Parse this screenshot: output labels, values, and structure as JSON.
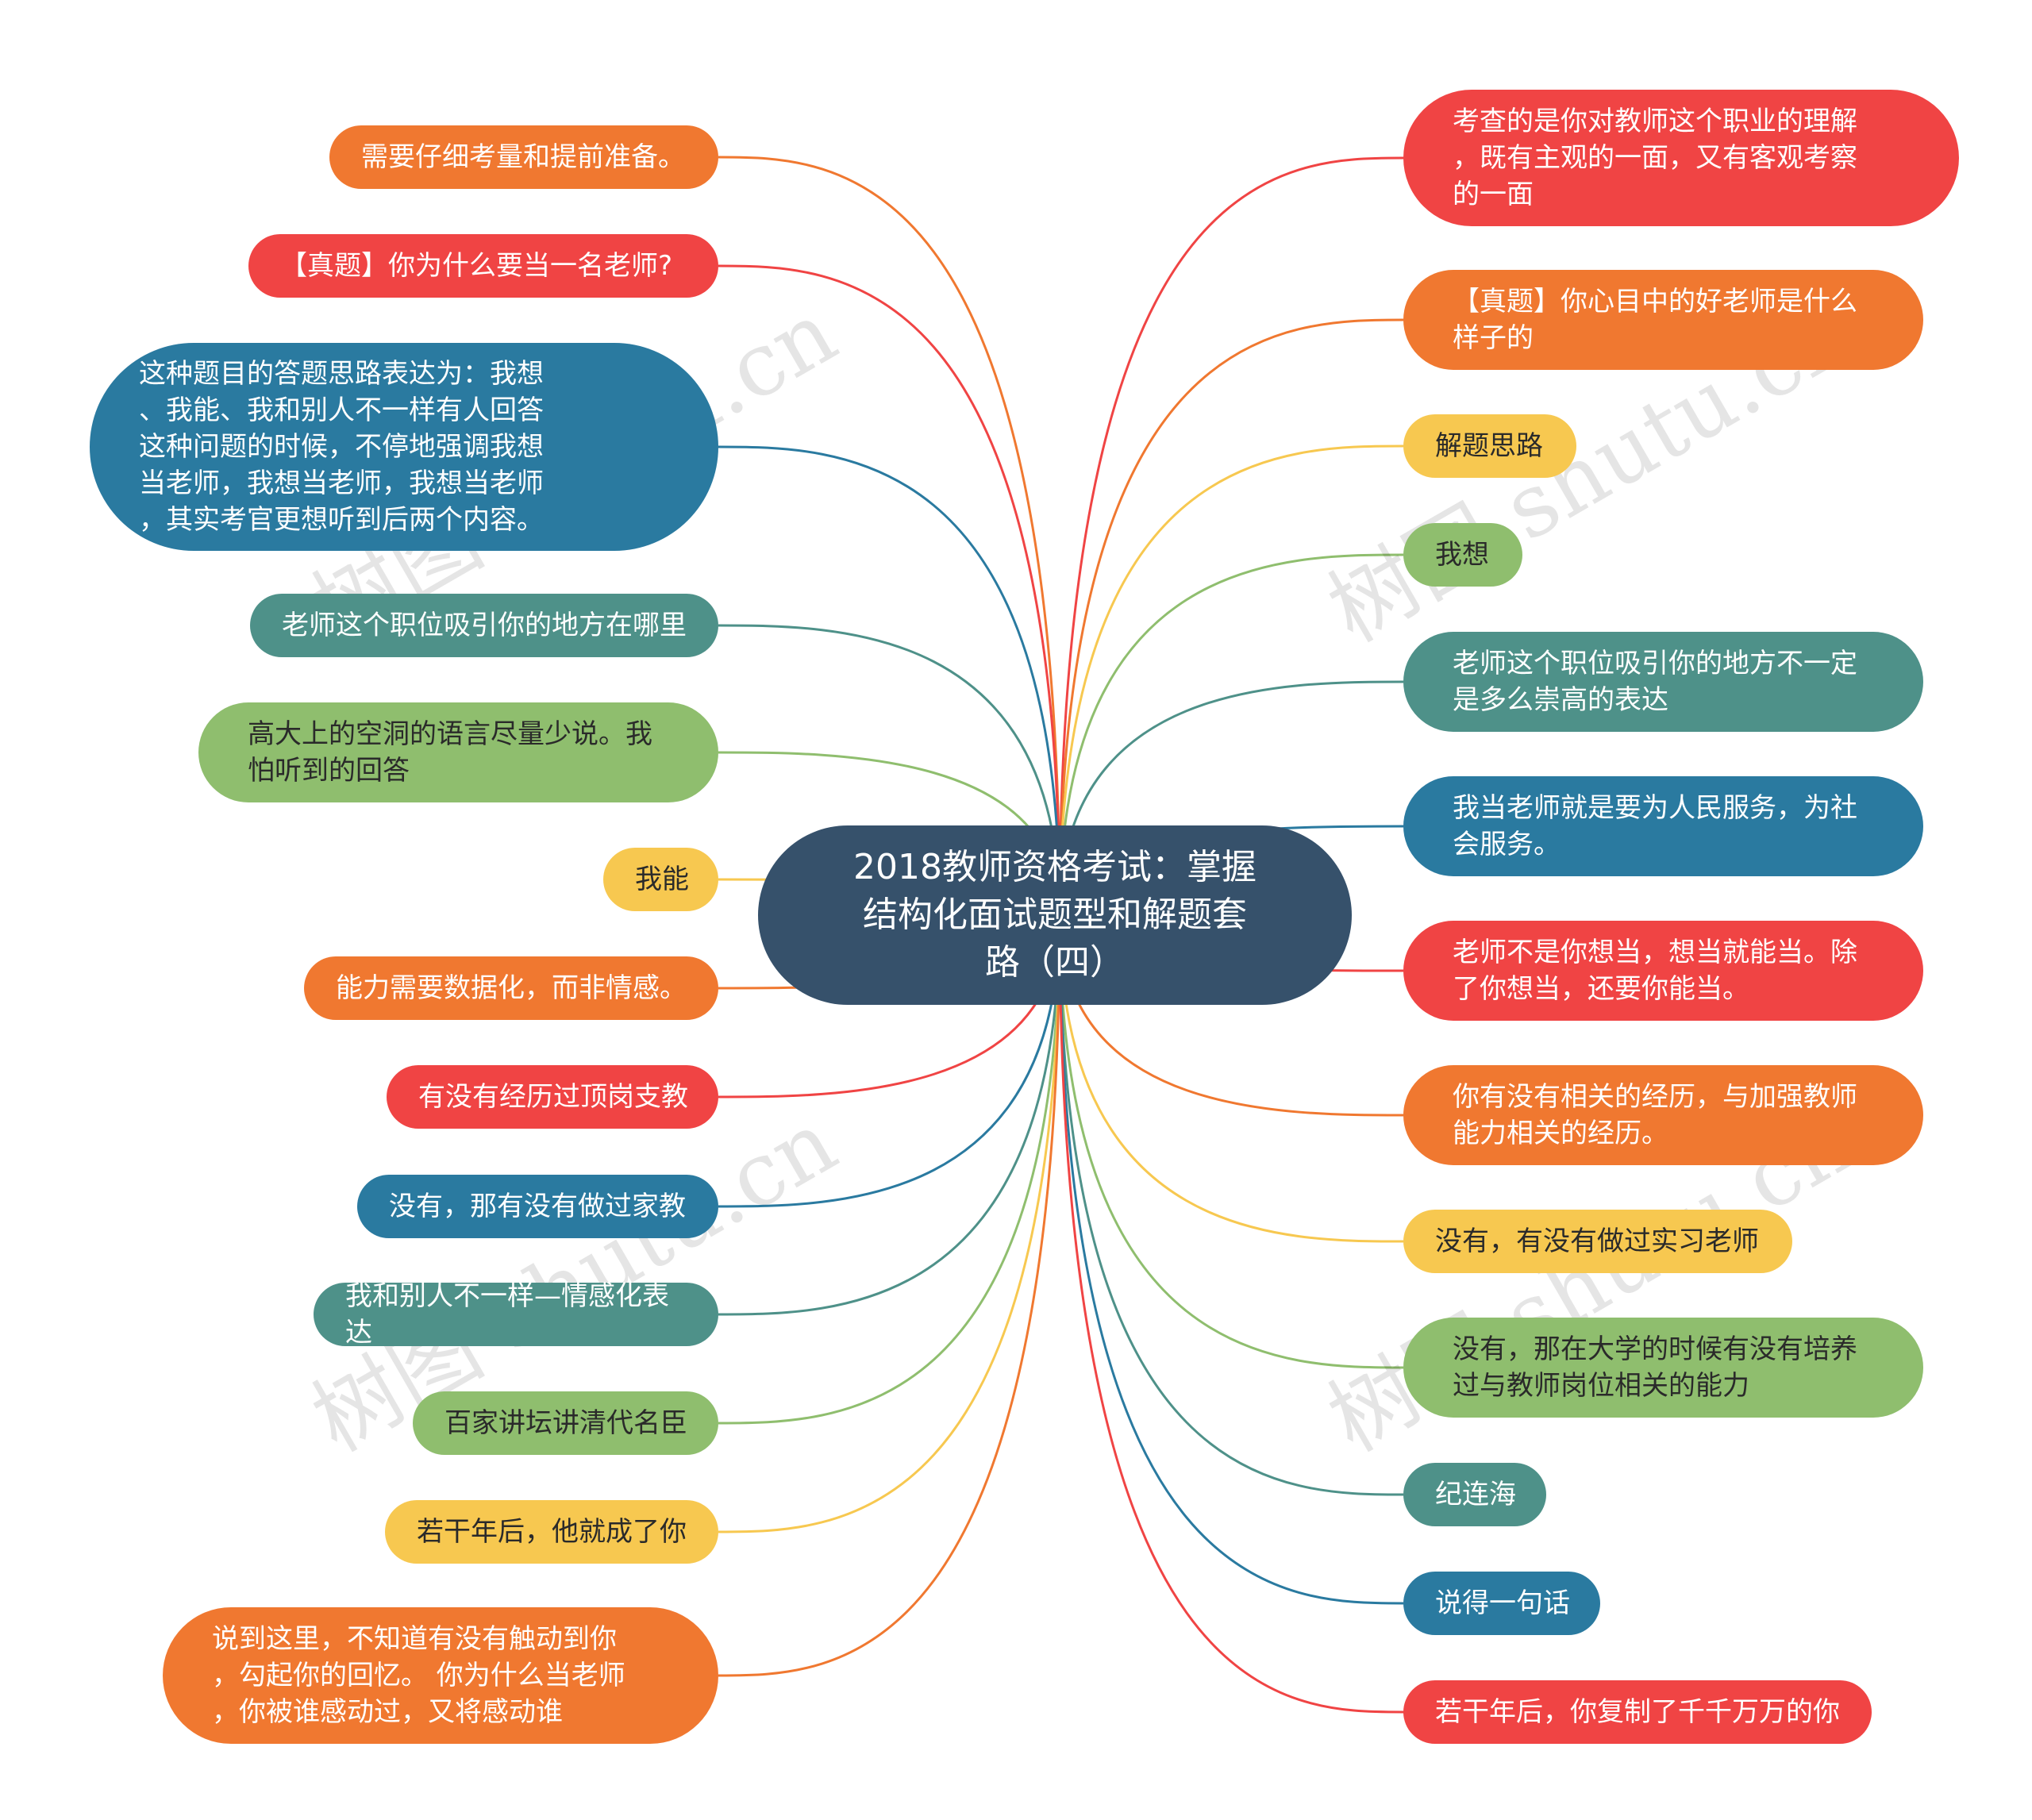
{
  "colors": {
    "orange": "#f07830",
    "red": "#f04444",
    "blue": "#2a7aa0",
    "teal": "#4e9189",
    "green": "#8fbe6e",
    "yellow": "#f7c850",
    "center": "#36516b"
  },
  "center": {
    "text": "2018教师资格考试：掌握\n结构化面试题型和解题套\n路（四）"
  },
  "watermark": "树图 shutu.cn",
  "left": [
    {
      "text": "需要仔细考量和提前准备。",
      "color": "orange"
    },
    {
      "text": "【真题】你为什么要当一名老师?",
      "color": "red"
    },
    {
      "text": "这种题目的答题思路表达为：我想\n、我能、我和别人不一样有人回答\n这种问题的时候，不停地强调我想\n当老师，我想当老师，我想当老师\n，其实考官更想听到后两个内容。",
      "color": "blue"
    },
    {
      "text": "老师这个职位吸引你的地方在哪里",
      "color": "teal"
    },
    {
      "text": "高大上的空洞的语言尽量少说。我\n怕听到的回答",
      "color": "green"
    },
    {
      "text": "我能",
      "color": "yellow"
    },
    {
      "text": "能力需要数据化，而非情感。",
      "color": "orange"
    },
    {
      "text": "有没有经历过顶岗支教",
      "color": "red"
    },
    {
      "text": "没有，那有没有做过家教",
      "color": "blue"
    },
    {
      "text": "我和别人不一样—情感化表达",
      "color": "teal"
    },
    {
      "text": "百家讲坛讲清代名臣",
      "color": "green"
    },
    {
      "text": "若干年后，他就成了你",
      "color": "yellow"
    },
    {
      "text": "说到这里，不知道有没有触动到你\n，勾起你的回忆。 你为什么当老师\n，你被谁感动过，又将感动谁",
      "color": "orange"
    }
  ],
  "right": [
    {
      "text": "考查的是你对教师这个职业的理解\n，既有主观的一面，又有客观考察\n的一面",
      "color": "red"
    },
    {
      "text": "【真题】你心目中的好老师是什么\n样子的",
      "color": "orange"
    },
    {
      "text": "解题思路",
      "color": "yellow"
    },
    {
      "text": "我想",
      "color": "green"
    },
    {
      "text": "老师这个职位吸引你的地方不一定\n是多么崇高的表达",
      "color": "teal"
    },
    {
      "text": "我当老师就是要为人民服务，为社\n会服务。",
      "color": "blue"
    },
    {
      "text": "老师不是你想当，想当就能当。除\n了你想当，还要你能当。",
      "color": "red"
    },
    {
      "text": "你有没有相关的经历，与加强教师\n能力相关的经历。",
      "color": "orange"
    },
    {
      "text": "没有，有没有做过实习老师",
      "color": "yellow"
    },
    {
      "text": "没有，那在大学的时候有没有培养\n过与教师岗位相关的能力",
      "color": "green"
    },
    {
      "text": "纪连海",
      "color": "teal"
    },
    {
      "text": "说得一句话",
      "color": "blue"
    },
    {
      "text": "若干年后，你复制了千千万万的你",
      "color": "red"
    }
  ]
}
